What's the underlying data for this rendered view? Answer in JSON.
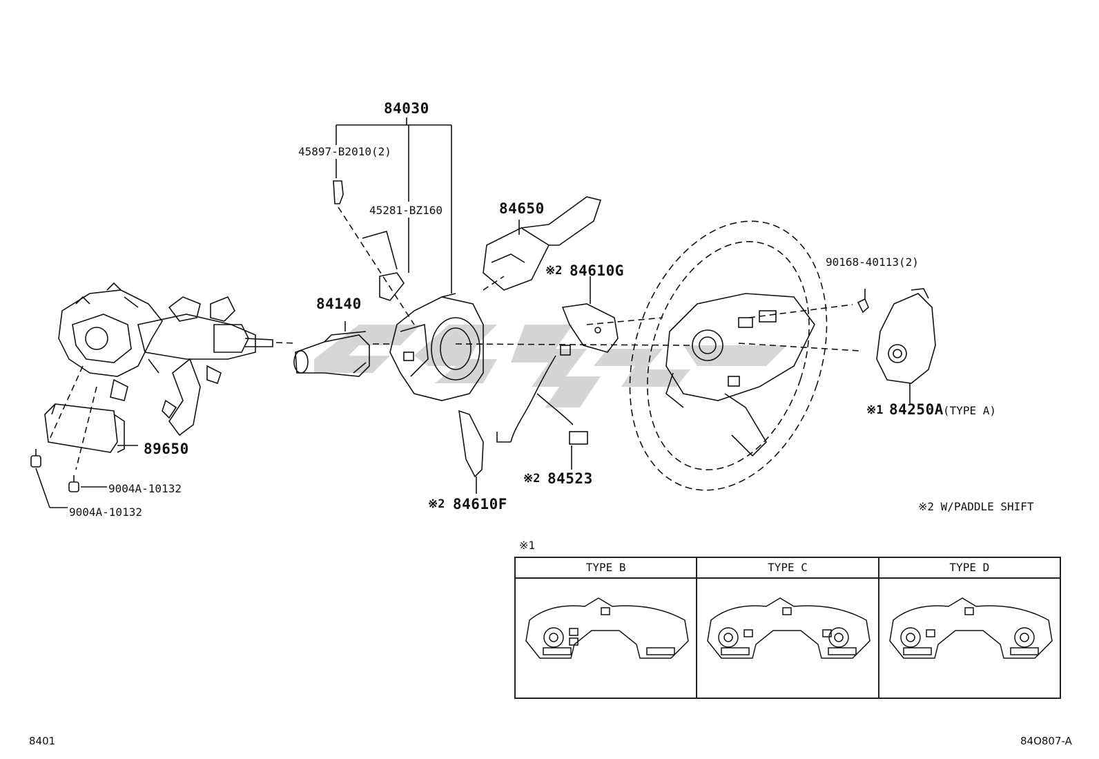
{
  "parts": {
    "p84030": "84030",
    "p45897": "45897-B2010(2)",
    "p45281": "45281-BZ160",
    "p84650": "84650",
    "p84610G_note": "※2",
    "p84610G": "84610G",
    "p90168": "90168-40113(2)",
    "p84140": "84140",
    "p89650": "89650",
    "p9004A_1": "9004A-10132",
    "p9004A_2": "9004A-10132",
    "p84610F_note": "※2",
    "p84610F": "84610F",
    "p84523_note": "※2",
    "p84523": "84523",
    "p84250A_note": "※1",
    "p84250A": "84250A",
    "p84250A_type": "(TYPE A)"
  },
  "notes": {
    "paddle": "※2 W/PADDLE SHIFT",
    "table_marker": "※1"
  },
  "variants": [
    {
      "label": "TYPE B"
    },
    {
      "label": "TYPE C"
    },
    {
      "label": "TYPE D"
    }
  ],
  "footer": {
    "left": "8401",
    "right": "84O807-A"
  },
  "colors": {
    "ink": "#111111",
    "watermark": "#c8c8c8"
  }
}
